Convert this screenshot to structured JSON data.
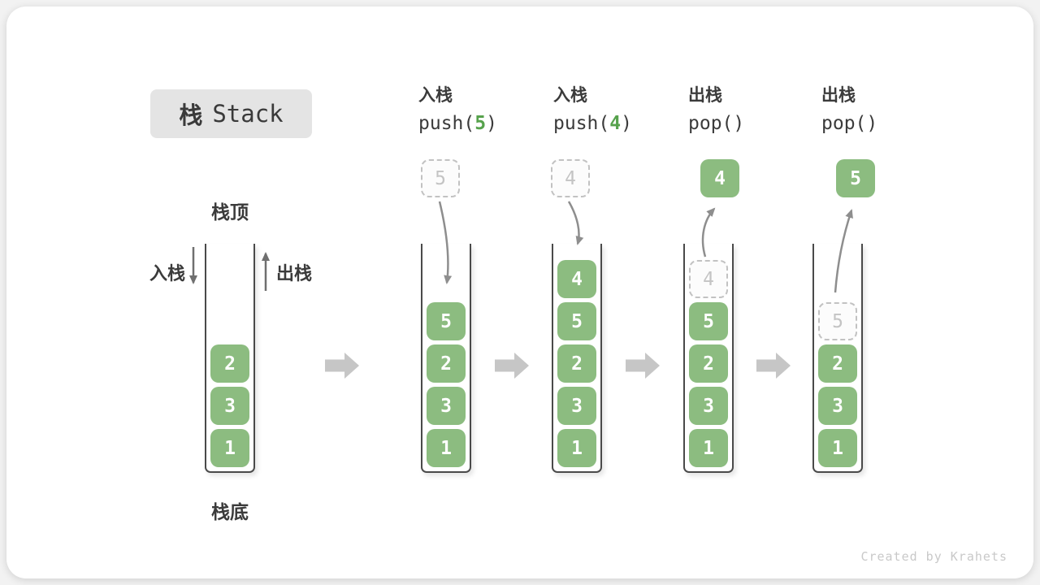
{
  "title": {
    "zh": "栈",
    "en": "Stack"
  },
  "left_diagram": {
    "top_label": "栈顶",
    "bottom_label": "栈底",
    "push_label": "入栈",
    "pop_label": "出栈"
  },
  "operations": [
    {
      "action": "入栈",
      "code_prefix": "push(",
      "code_arg": "5",
      "code_suffix": ")"
    },
    {
      "action": "入栈",
      "code_prefix": "push(",
      "code_arg": "4",
      "code_suffix": ")"
    },
    {
      "action": "出栈",
      "code_prefix": "pop(",
      "code_arg": "",
      "code_suffix": ")"
    },
    {
      "action": "出栈",
      "code_prefix": "pop(",
      "code_arg": "",
      "code_suffix": ")"
    }
  ],
  "stacks": [
    {
      "floating": null,
      "blocks": [
        {
          "value": "2",
          "style": "solid"
        },
        {
          "value": "3",
          "style": "solid"
        },
        {
          "value": "1",
          "style": "solid"
        }
      ]
    },
    {
      "floating": {
        "value": "5",
        "style": "ghost"
      },
      "blocks": [
        {
          "value": "5",
          "style": "solid"
        },
        {
          "value": "2",
          "style": "solid"
        },
        {
          "value": "3",
          "style": "solid"
        },
        {
          "value": "1",
          "style": "solid"
        }
      ]
    },
    {
      "floating": {
        "value": "4",
        "style": "ghost"
      },
      "blocks": [
        {
          "value": "4",
          "style": "solid"
        },
        {
          "value": "5",
          "style": "solid"
        },
        {
          "value": "2",
          "style": "solid"
        },
        {
          "value": "3",
          "style": "solid"
        },
        {
          "value": "1",
          "style": "solid"
        }
      ]
    },
    {
      "floating": {
        "value": "4",
        "style": "solid"
      },
      "blocks": [
        {
          "value": "4",
          "style": "ghost"
        },
        {
          "value": "5",
          "style": "solid"
        },
        {
          "value": "2",
          "style": "solid"
        },
        {
          "value": "3",
          "style": "solid"
        },
        {
          "value": "1",
          "style": "solid"
        }
      ]
    },
    {
      "floating": {
        "value": "5",
        "style": "solid"
      },
      "blocks": [
        {
          "value": "5",
          "style": "ghost"
        },
        {
          "value": "2",
          "style": "solid"
        },
        {
          "value": "3",
          "style": "solid"
        },
        {
          "value": "1",
          "style": "solid"
        }
      ]
    }
  ],
  "watermark": "Created by Krahets",
  "colors": {
    "block_green": "#8cbc80",
    "accent_green": "#56a24c",
    "ghost_gray": "#c4c4c4",
    "curved_arrow_gray": "#8e8e8e",
    "big_arrow_gray": "#c6c6c6",
    "title_box_bg": "#e4e4e4",
    "text_dark": "#3b3b3b"
  }
}
